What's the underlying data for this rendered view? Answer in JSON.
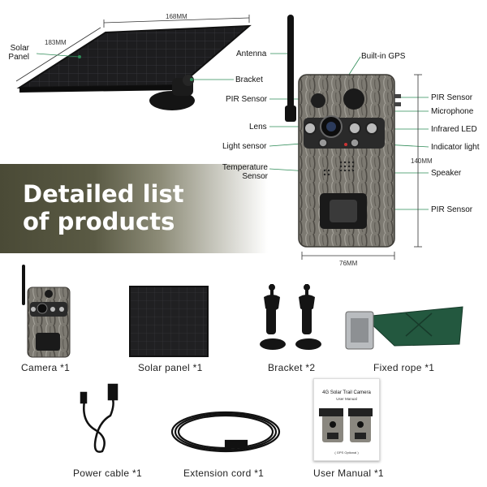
{
  "banner": {
    "line1": "Detailed list",
    "line2": "of products"
  },
  "dimensions": {
    "panel_width": "168MM",
    "panel_height": "183MM",
    "camera_height": "140MM",
    "camera_width": "76MM"
  },
  "callouts": {
    "solar_panel_1": "Solar",
    "solar_panel_2": "Panel",
    "antenna": "Antenna",
    "builtin_gps": "Built-in GPS",
    "bracket": "Bracket",
    "pir_sensor_left": "PIR Sensor",
    "pir_sensor_top": "PIR Sensor",
    "microphone": "Microphone",
    "lens": "Lens",
    "infrared_led": "Infrared LED",
    "light_sensor": "Light sensor",
    "indicator_light": "Indicator light",
    "temperature_1": "Temperature",
    "temperature_2": "Sensor",
    "speaker": "Speaker",
    "pir_sensor_bottom": "PIR Sensor"
  },
  "items": [
    {
      "label": "Camera *1"
    },
    {
      "label": "Solar panel *1"
    },
    {
      "label": "Bracket *2"
    },
    {
      "label": "Fixed rope *1"
    },
    {
      "label": "Power cable *1"
    },
    {
      "label": "Extension cord *1"
    },
    {
      "label": "User Manual *1"
    }
  ],
  "manual": {
    "title": "4G Solar Trail Camera",
    "subtitle": "User Manual",
    "note": "( GPS Optional )"
  },
  "colors": {
    "accent": "#2e8b57",
    "banner": "#4a4a36",
    "panel": "#1c1c1c"
  }
}
